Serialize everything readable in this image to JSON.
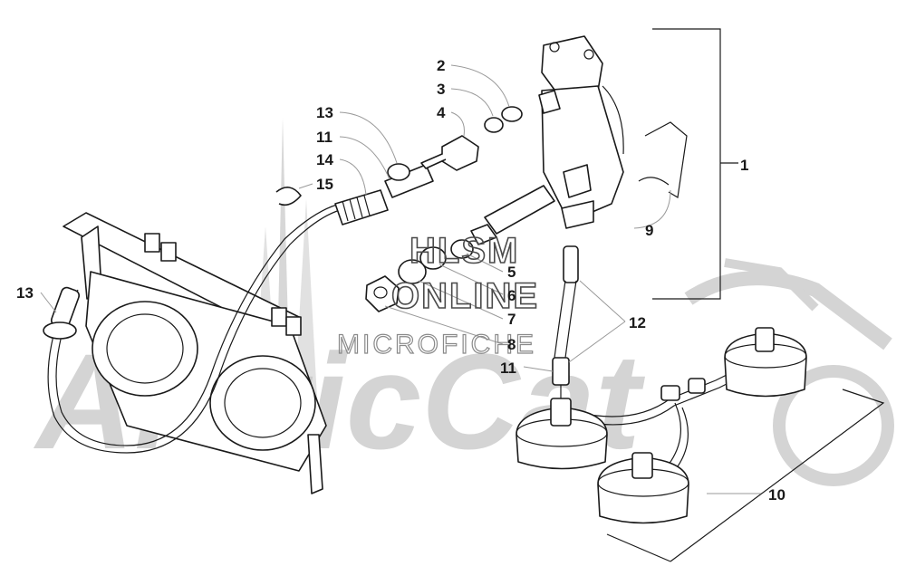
{
  "callouts": [
    {
      "id": "c1",
      "label": "1"
    },
    {
      "id": "c2",
      "label": "2"
    },
    {
      "id": "c3",
      "label": "3"
    },
    {
      "id": "c4",
      "label": "4"
    },
    {
      "id": "c5",
      "label": "5"
    },
    {
      "id": "c6",
      "label": "6"
    },
    {
      "id": "c7",
      "label": "7"
    },
    {
      "id": "c8",
      "label": "8"
    },
    {
      "id": "c9",
      "label": "9"
    },
    {
      "id": "c10",
      "label": "10"
    },
    {
      "id": "c11a",
      "label": "11"
    },
    {
      "id": "c11b",
      "label": "11"
    },
    {
      "id": "c12",
      "label": "12"
    },
    {
      "id": "c13a",
      "label": "13"
    },
    {
      "id": "c13b",
      "label": "13"
    },
    {
      "id": "c14",
      "label": "14"
    },
    {
      "id": "c15",
      "label": "15"
    }
  ],
  "watermark": {
    "line1": "HLSM",
    "line2": "ONLINE",
    "line3": "MICROFICHE"
  },
  "background_logo": "ArcticCat",
  "colors": {
    "line": "#1a1a1a",
    "leader": "#9a9a9a",
    "watermark_logo": "#d4d4d4"
  }
}
